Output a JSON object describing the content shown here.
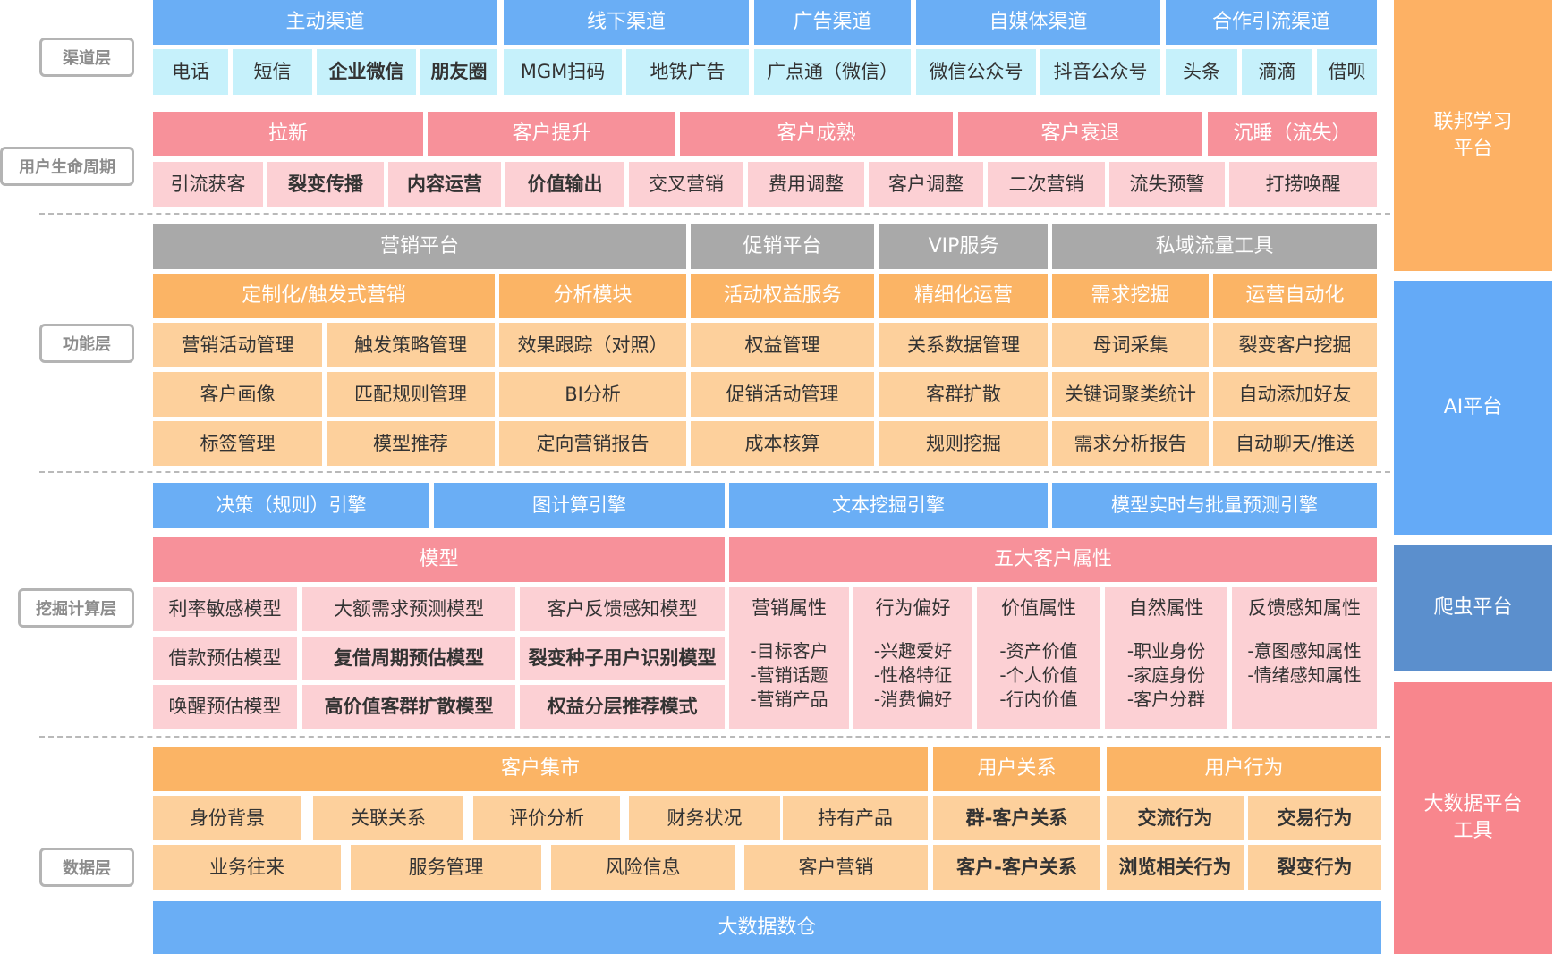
{
  "layer_labels": {
    "channel": "渠道层",
    "lifecycle": "用户生命周期",
    "function": "功能层",
    "mining": "挖掘计算层",
    "data": "数据层"
  },
  "colors": {
    "blue_header": "#6aaef5",
    "cyan_cell": "#c6f1fb",
    "pink_header": "#f7919a",
    "pink_cell": "#fcd0d4",
    "gray_header": "#a9a9a9",
    "orange_header": "#fbb465",
    "orange_cell": "#fdd09c",
    "side_orange": "#fdb164",
    "side_blue": "#64aaf7",
    "side_steel": "#5b8fcd",
    "side_pink": "#f8868d"
  },
  "channel": {
    "headers": [
      "主动渠道",
      "线下渠道",
      "广告渠道",
      "自媒体渠道",
      "合作引流渠道"
    ],
    "items": [
      "电话",
      "短信",
      "企业微信",
      "朋友圈",
      "MGM扫码",
      "地铁广告",
      "广点通（微信）",
      "微信公众号",
      "抖音公众号",
      "头条",
      "滴滴",
      "借呗"
    ]
  },
  "lifecycle": {
    "headers": [
      "拉新",
      "客户提升",
      "客户成熟",
      "客户衰退",
      "沉睡（流失）"
    ],
    "items": [
      "引流获客",
      "裂变传播",
      "内容运营",
      "价值输出",
      "交叉营销",
      "费用调整",
      "客户调整",
      "二次营销",
      "流失预警",
      "打捞唤醒"
    ]
  },
  "function": {
    "headers": [
      "营销平台",
      "促销平台",
      "VIP服务",
      "私域流量工具"
    ],
    "subheaders": [
      "定制化/触发式营销",
      "分析模块",
      "活动权益服务",
      "精细化运营",
      "需求挖掘",
      "运营自动化"
    ],
    "row1": [
      "营销活动管理",
      "触发策略管理",
      "效果跟踪（对照）",
      "权益管理",
      "关系数据管理",
      "母词采集",
      "裂变客户挖掘"
    ],
    "row2": [
      "客户画像",
      "匹配规则管理",
      "BI分析",
      "促销活动管理",
      "客群扩散",
      "关键词聚类统计",
      "自动添加好友"
    ],
    "row3": [
      "标签管理",
      "模型推荐",
      "定向营销报告",
      "成本核算",
      "规则挖掘",
      "需求分析报告",
      "自动聊天/推送"
    ]
  },
  "mining": {
    "engines": [
      "决策（规则）引擎",
      "图计算引擎",
      "文本挖掘引擎",
      "模型实时与批量预测引擎"
    ],
    "model_header": "模型",
    "attr_header": "五大客户属性",
    "models": [
      [
        "利率敏感模型",
        "大额需求预测模型",
        "客户反馈感知模型"
      ],
      [
        "借款预估模型",
        "复借周期预估模型",
        "裂变种子用户识别模型"
      ],
      [
        "唤醒预估模型",
        "高价值客群扩散模型",
        "权益分层推荐模式"
      ]
    ],
    "attributes": [
      {
        "title": "营销属性",
        "lines": [
          "-目标客户",
          "-营销话题",
          "-营销产品"
        ]
      },
      {
        "title": "行为偏好",
        "lines": [
          "-兴趣爱好",
          "-性格特征",
          "-消费偏好"
        ]
      },
      {
        "title": "价值属性",
        "lines": [
          "-资产价值",
          "-个人价值",
          "-行内价值"
        ]
      },
      {
        "title": "自然属性",
        "lines": [
          "-职业身份",
          "-家庭身份",
          "-客户分群"
        ]
      },
      {
        "title": "反馈感知属性",
        "lines": [
          "-意图感知属性",
          "-情绪感知属性"
        ]
      }
    ]
  },
  "data_layer": {
    "headers": [
      "客户集市",
      "用户关系",
      "用户行为"
    ],
    "row1": [
      "身份背景",
      "关联关系",
      "评价分析",
      "财务状况",
      "持有产品",
      "群-客户关系",
      "交流行为",
      "交易行为"
    ],
    "row2": [
      "业务往来",
      "服务管理",
      "风险信息",
      "客户营销",
      "客户-客户关系",
      "浏览相关行为",
      "裂变行为"
    ],
    "warehouse": "大数据数仓"
  },
  "platforms": [
    "联邦学习\n平台",
    "AI平台",
    "爬虫平台",
    "大数据平台\n工具"
  ]
}
